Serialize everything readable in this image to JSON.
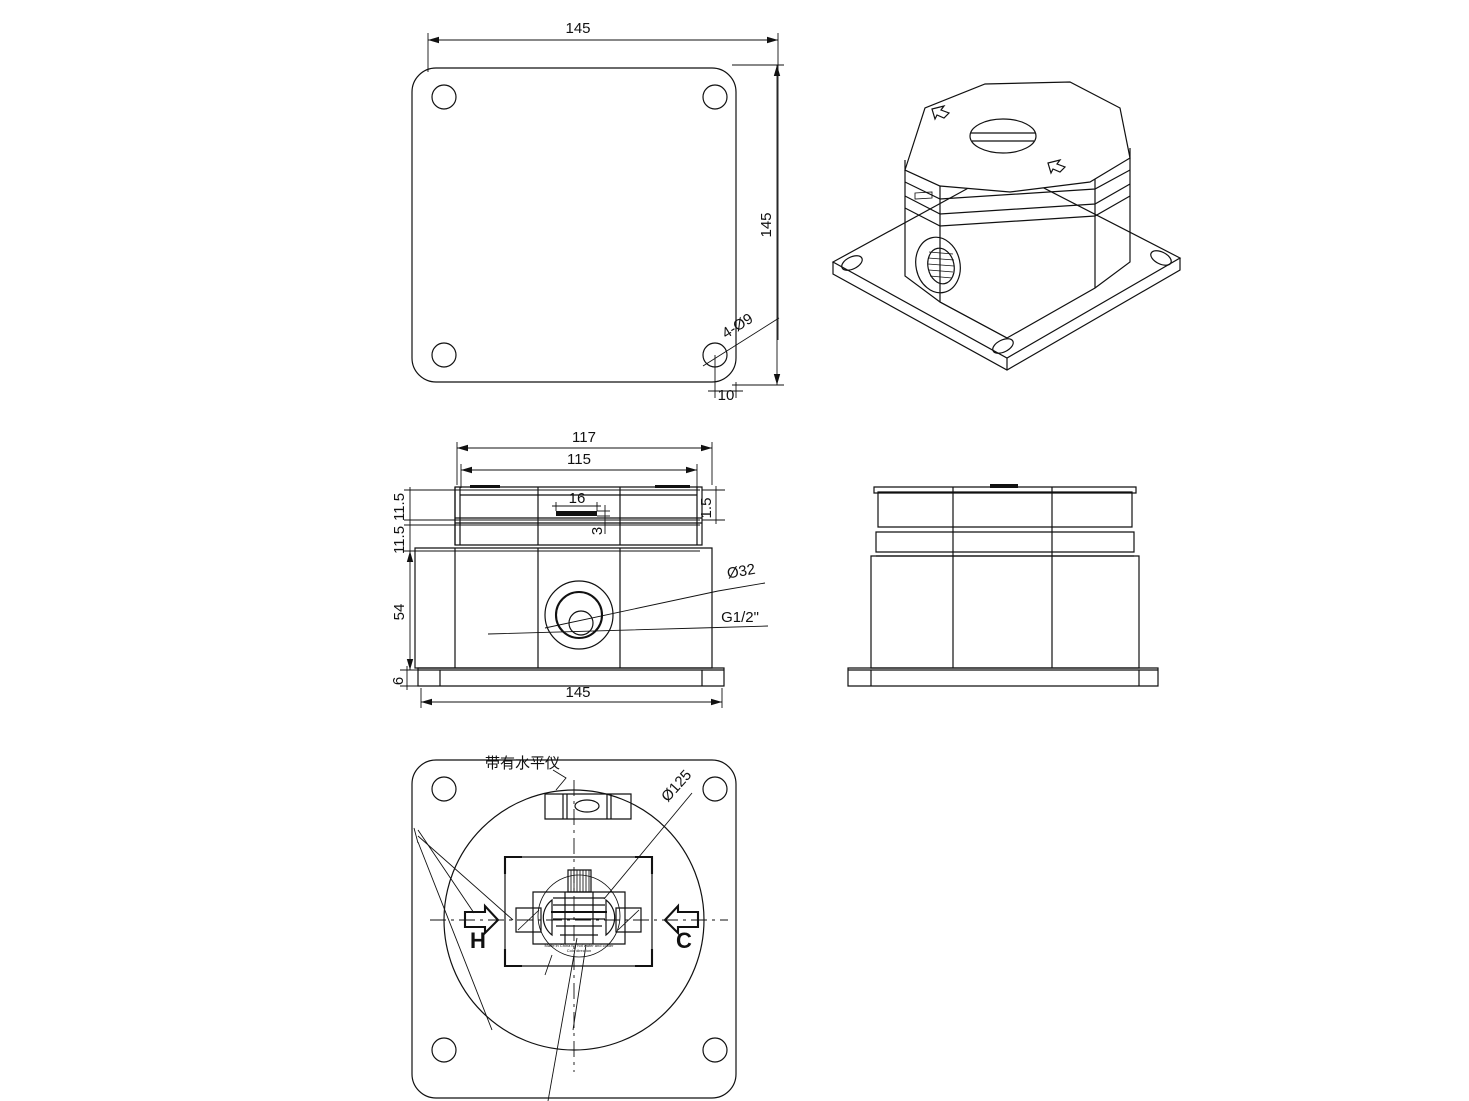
{
  "drawing": {
    "type": "engineering-drawing",
    "units": "mm",
    "description": "Four-view mechanical drawing of a flanged valve / thermostatic mixing unit with square mounting base"
  },
  "views": {
    "top": {
      "name": "top-view",
      "dimensions": {
        "width": "145",
        "height": "145",
        "hole_callout": "4-Ø9",
        "hole_offset": "10"
      }
    },
    "isometric": {
      "name": "isometric-view",
      "features": [
        "rotation-arrow-top-left",
        "rotation-arrow-right",
        "top-slot-cap",
        "side-threaded-port",
        "square-base-flange",
        "corner-holes"
      ]
    },
    "front": {
      "name": "front-elevation-view",
      "dimensions": {
        "cap_outer_width": "117",
        "cap_inner_width": "115",
        "band_top": "11.5",
        "band_bottom": "11.5",
        "cap_lip": "1.5",
        "tab_width": "16",
        "tab_height": "3",
        "body_height": "54",
        "base_height": "6",
        "base_width": "145",
        "port_diameter": "Ø32",
        "port_thread": "G1/2\""
      }
    },
    "side": {
      "name": "side-elevation-view",
      "features": [
        "stacked-bands",
        "body",
        "base-flange"
      ]
    },
    "bottom": {
      "name": "bottom-view",
      "labels": {
        "level_note": "带有水平仪",
        "circle_diameter": "Ø125",
        "hot_port": "H",
        "cold_port": "C"
      },
      "features": [
        "spirit-level-vial",
        "square-bracket-frame",
        "central-cartridge",
        "flow-arrows",
        "corner-holes"
      ]
    }
  },
  "colors": {
    "line": "#111111",
    "background": "#ffffff"
  }
}
